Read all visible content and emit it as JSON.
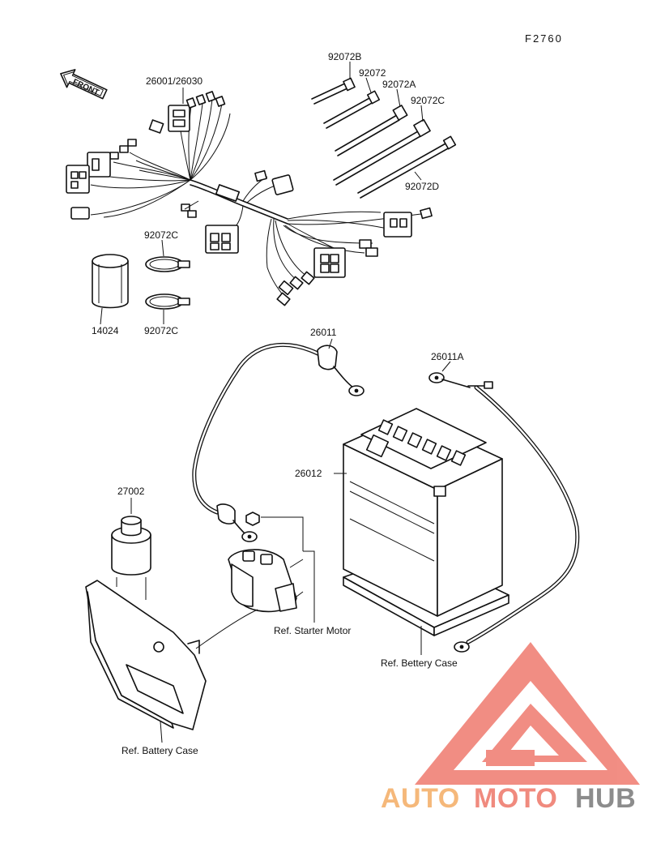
{
  "figure_code": "F2760",
  "front_label": "FRONT",
  "parts": {
    "harness": "26001/26030",
    "tie_b": "92072B",
    "tie": "92072",
    "tie_a": "92072A",
    "tie_c": "92072C",
    "tie_d": "92072D",
    "clamp_top": "92072C",
    "clamp_bottom": "92072C",
    "sleeve": "14024",
    "starter_cable": "26011",
    "ground_cable": "26011A",
    "battery": "26012",
    "relay": "27002"
  },
  "refs": {
    "starter_motor": "Ref. Starter Motor",
    "battery_case_right": "Ref. Bettery Case",
    "battery_case_left": "Ref. Battery Case"
  },
  "watermark": {
    "part1": "AUTO",
    "part2": "MOTO",
    "part3": "HUB",
    "colors": {
      "auto": "#f5b87a",
      "moto": "#f08a7e",
      "hub": "#8c8c8c",
      "triangle": "#f07e73"
    }
  }
}
